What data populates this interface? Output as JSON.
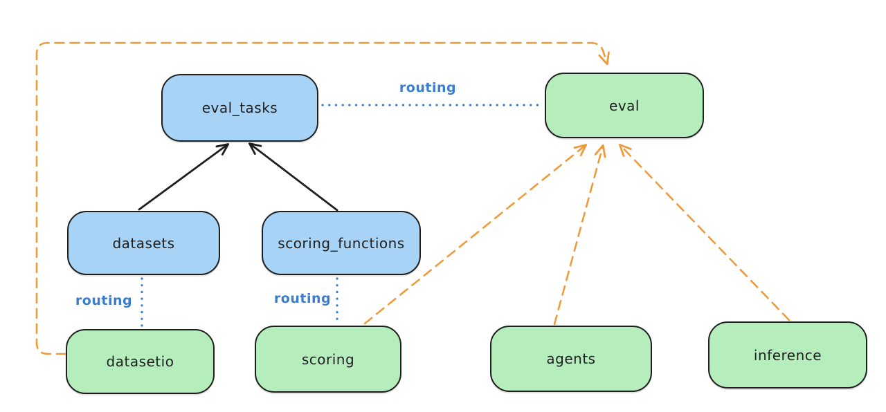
{
  "diagram": {
    "type": "architecture-diagram",
    "nodes": {
      "eval_tasks": {
        "label": "eval_tasks",
        "color": "blue"
      },
      "eval": {
        "label": "eval",
        "color": "green"
      },
      "datasets": {
        "label": "datasets",
        "color": "blue"
      },
      "scoring_functions": {
        "label": "scoring_functions",
        "color": "blue"
      },
      "datasetio": {
        "label": "datasetio",
        "color": "green"
      },
      "scoring": {
        "label": "scoring",
        "color": "green"
      },
      "agents": {
        "label": "agents",
        "color": "green"
      },
      "inference": {
        "label": "inference",
        "color": "green"
      }
    },
    "edge_labels": {
      "eval_tasks_to_eval": "routing",
      "datasets_to_datasetio": "routing",
      "scoring_functions_to_scoring": "routing"
    },
    "colors": {
      "blue_fill": "#a7d3f6",
      "green_fill": "#b5edbd",
      "node_stroke": "#1e1e1e",
      "black_arrow": "#1e1e1e",
      "orange_dashed": "#ef9b3d",
      "routing_blue": "#3a7cd0",
      "background": "#ffffff"
    }
  }
}
